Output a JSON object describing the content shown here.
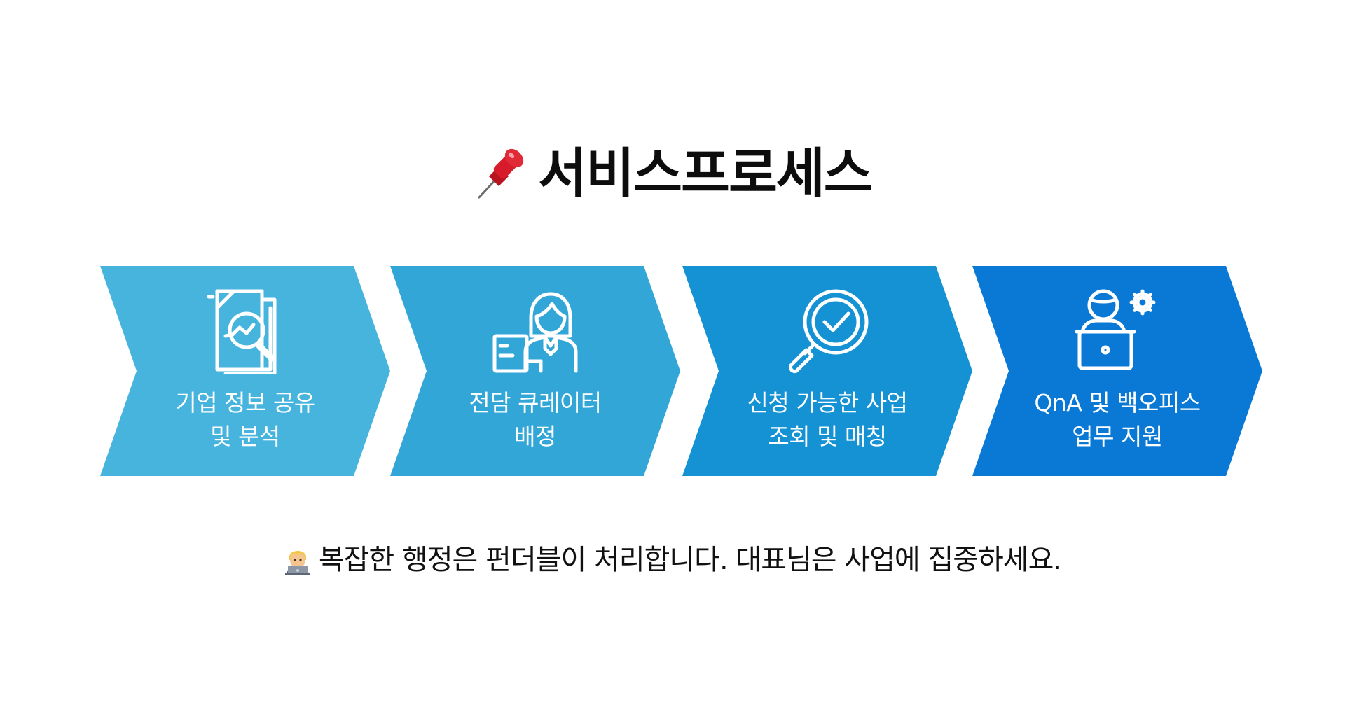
{
  "header": {
    "pin_icon": "pushpin-icon",
    "title": "서비스프로세스"
  },
  "steps": [
    {
      "icon": "document-analysis-icon",
      "line1": "기업 정보 공유",
      "line2": "및 분석",
      "color": "#47b4de"
    },
    {
      "icon": "curator-person-icon",
      "line1": "전담 큐레이터",
      "line2": "배정",
      "color": "#33a6d8"
    },
    {
      "icon": "search-check-icon",
      "line1": "신청 가능한 사업",
      "line2": "조회 및 매칭",
      "color": "#1592d4"
    },
    {
      "icon": "laptop-worker-gear-icon",
      "line1": "QnA 및 백오피스",
      "line2": "업무 지원",
      "color": "#0a79d6"
    }
  ],
  "footer": {
    "tech_icon": "technologist-icon",
    "tagline": "복잡한 행정은 펀더블이 처리합니다. 대표님은 사업에 집중하세요."
  }
}
